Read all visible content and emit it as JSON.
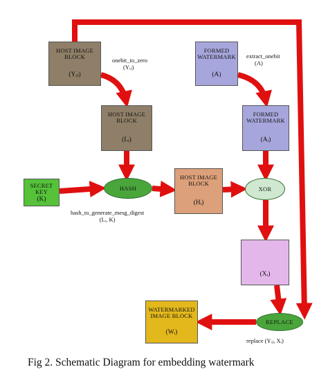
{
  "colors": {
    "arrow": "#e01010",
    "host_block": "#8f7f68",
    "watermark_block": "#a7a6dc",
    "secret_key": "#55c23a",
    "ellipse": "#4aa63b",
    "xor": "#cfe8cf",
    "hash_block": "#dca07a",
    "xi_block": "#e4b7ea",
    "watermarked_block": "#e3b81c"
  },
  "nodes": {
    "host_block": {
      "title": "HOST IMAGE BLOCK",
      "sub": "(Yᵢⱼ)"
    },
    "host_li": {
      "title": "HOST IMAGE BLOCK",
      "sub": "(Lᵢ)"
    },
    "formed_wm": {
      "title": "FORMED WATERMARK",
      "sub": "(A)"
    },
    "formed_wm_i": {
      "title": "FORMED WATERMARK",
      "sub": "(Aᵢ)"
    },
    "secret_key": {
      "title": "SECRET KEY",
      "sub": "(K)"
    },
    "hash": {
      "title": "HASH"
    },
    "host_hi": {
      "title": "HOST IMAGE BLOCK",
      "sub": "(Hᵢ)"
    },
    "xor": {
      "title": "XOR"
    },
    "xi_block": {
      "sub": "(Xᵢ)"
    },
    "watermarked": {
      "title": "WATERMARKED IMAGE BLOCK",
      "sub": "(Wᵢ)"
    },
    "replace": {
      "title": "REPLACE"
    }
  },
  "labels": {
    "onebit": "onebit_to_zero",
    "onebit_sub": "(Yᵢⱼ)",
    "extract": "extract_onebit",
    "extract_sub": "(A)",
    "hash_fn": "hash_to_generate_mesg_digest",
    "hash_fn_sub": "(Lᵢ, K)",
    "replace_fn": "replace (Yᵢⱼ, Xᵢ)"
  },
  "caption": "Fig 2. Schematic Diagram for embedding watermark"
}
